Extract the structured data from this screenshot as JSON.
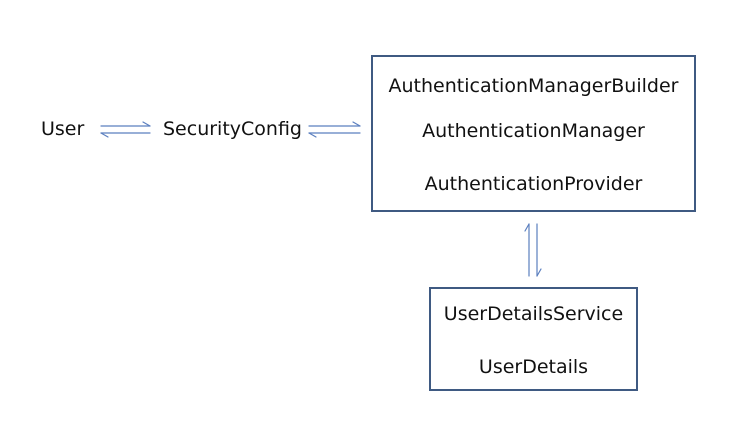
{
  "nodes": {
    "user": "User",
    "security_config": "SecurityConfig",
    "auth_box": {
      "line1": "AuthenticationManagerBuilder",
      "line2": "AuthenticationManager",
      "line3": "AuthenticationProvider"
    },
    "details_box": {
      "line1": "UserDetailsService",
      "line2": "UserDetails"
    }
  },
  "colors": {
    "box_border": "#3f5a82",
    "arrow": "#5b7fbf",
    "text": "#111111"
  }
}
